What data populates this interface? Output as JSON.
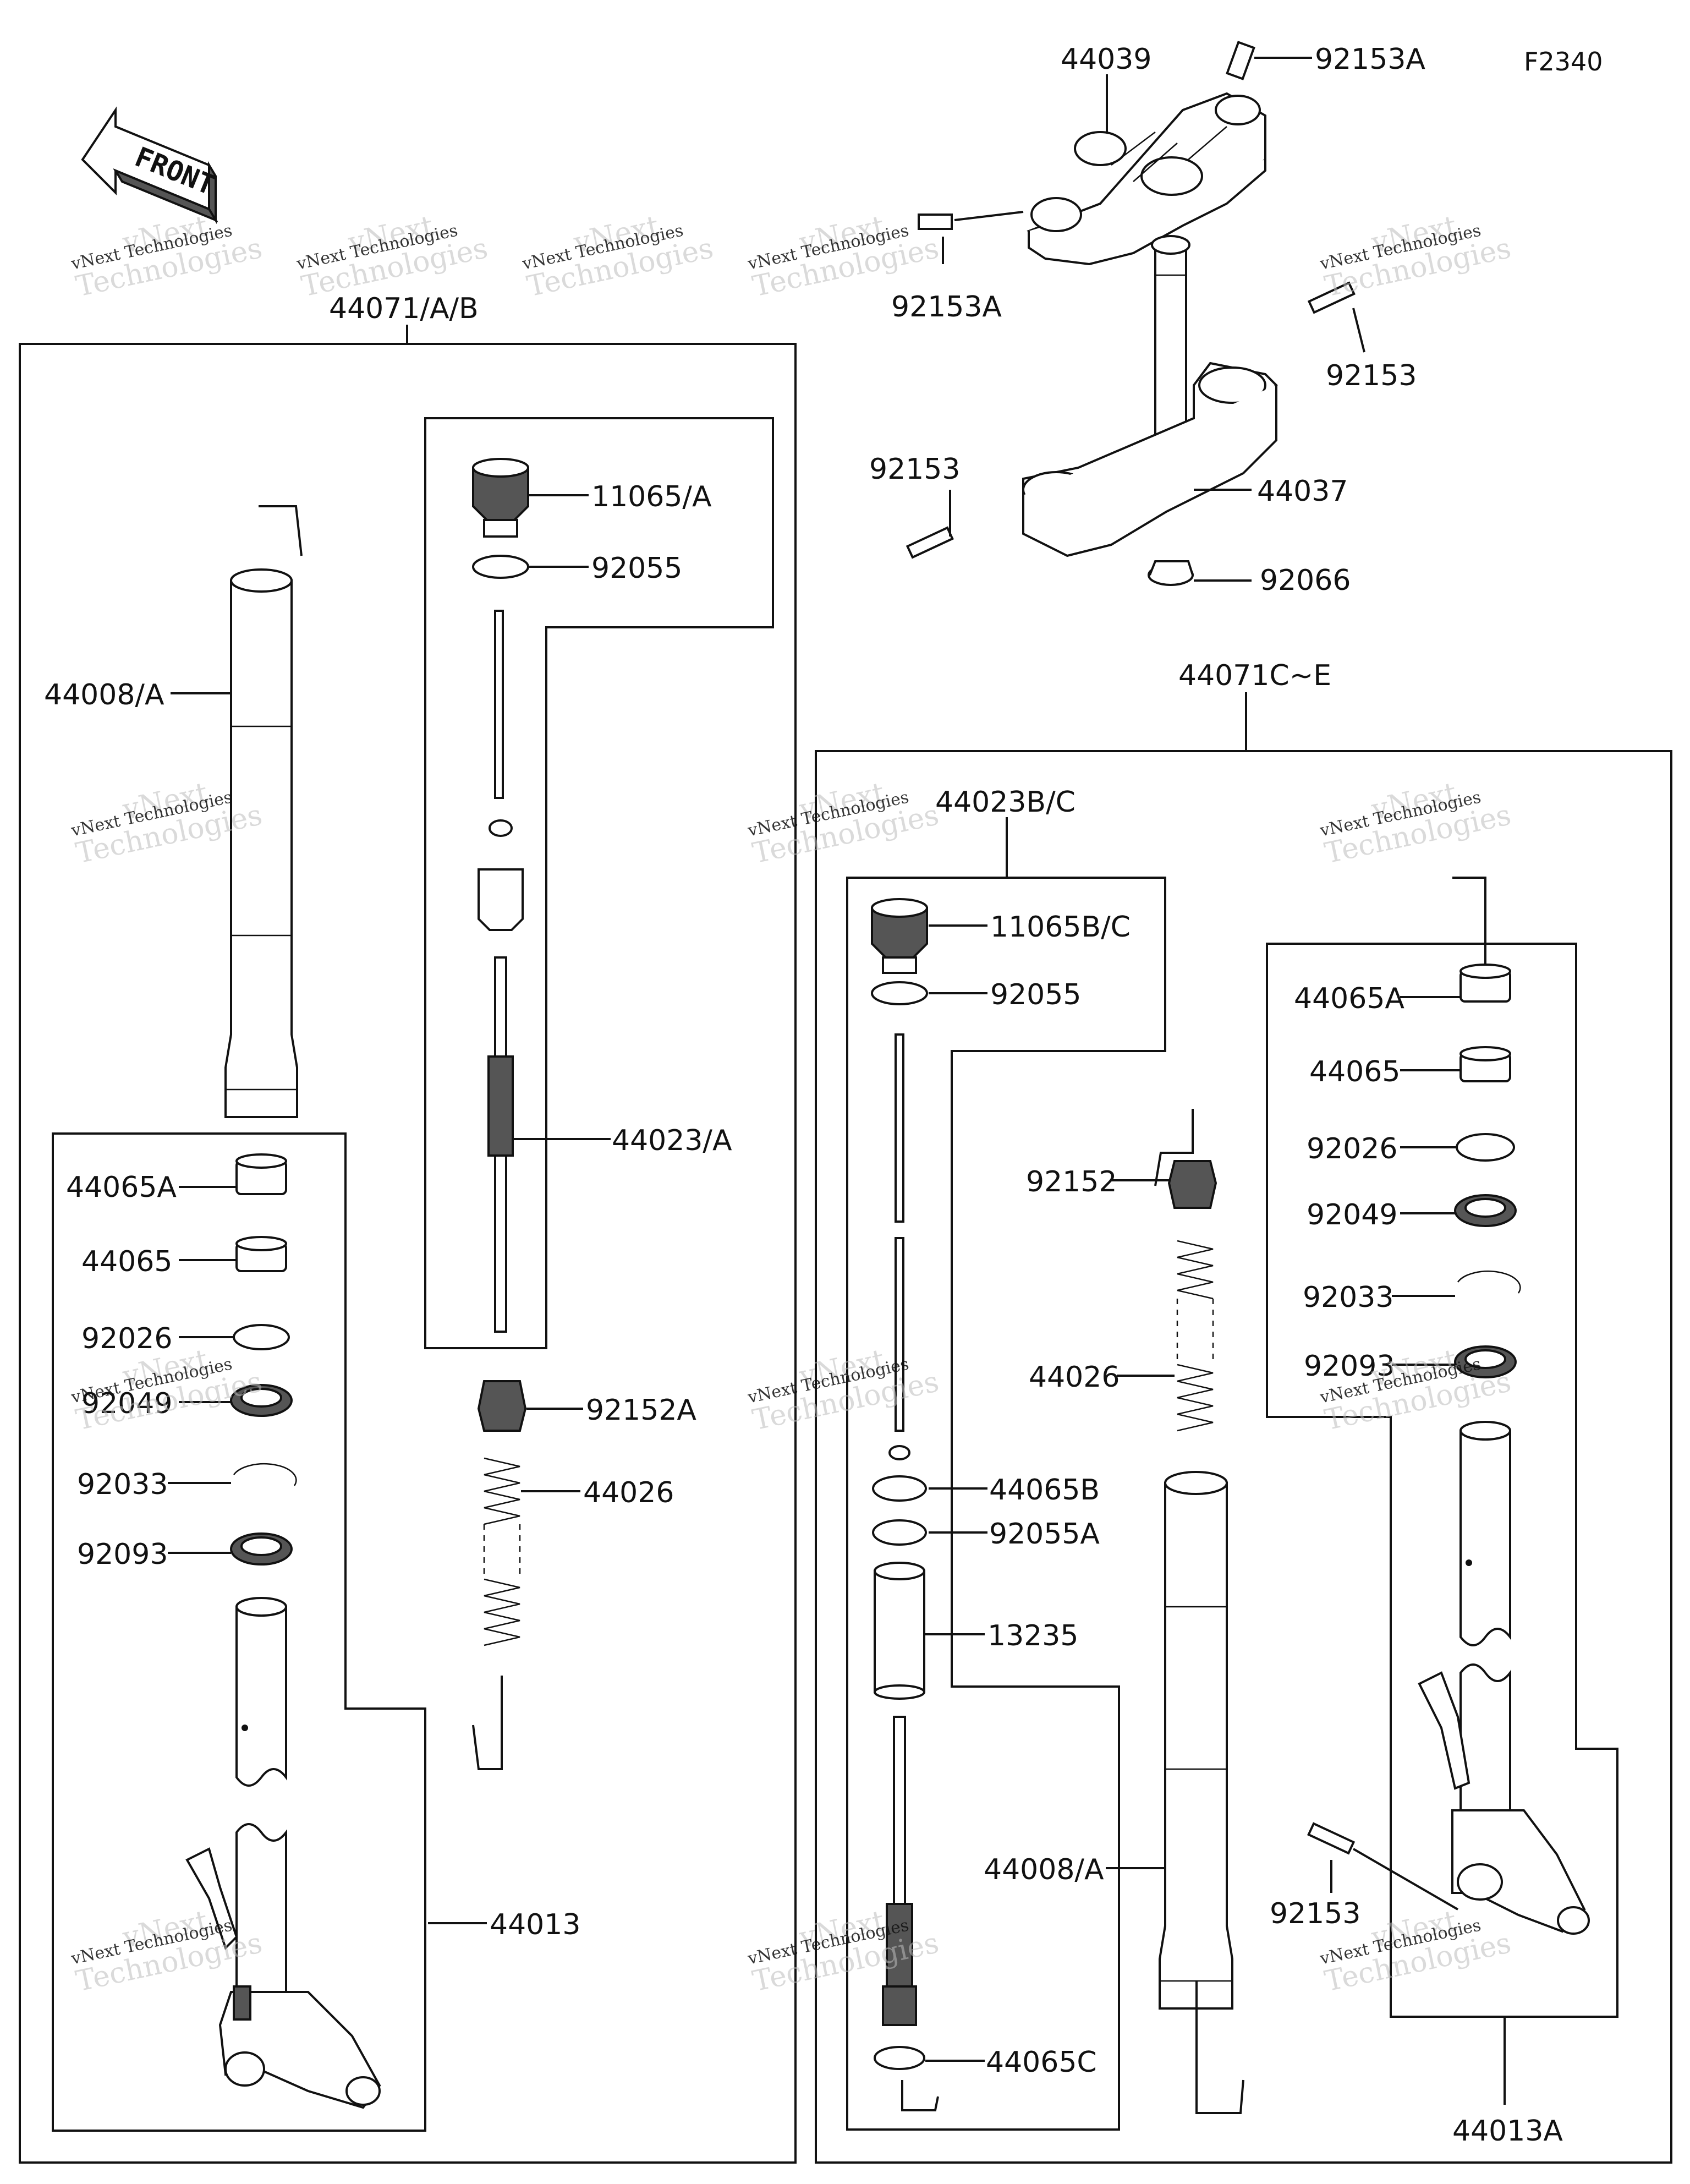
{
  "ref_code": "F2340",
  "front_label": "FRONT",
  "watermark": {
    "line1": "vNext Technologies",
    "line2": "Technologies",
    "line3": "vNext"
  },
  "labels": {
    "top_assembly": [
      "44039",
      "92153A",
      "92153A",
      "92153",
      "92153",
      "44037",
      "92066"
    ],
    "left_group_title": "44071/A/B",
    "left_inner": [
      "11065/A",
      "92055",
      "44023/A",
      "92152A",
      "44026",
      "44008/A",
      "44065A",
      "44065",
      "92026",
      "92049",
      "92033",
      "92093",
      "44013"
    ],
    "right_group_title": "44071C~E",
    "right_inner": [
      "44023B/C",
      "11065B/C",
      "92055",
      "44065B",
      "92055A",
      "13235",
      "44065C",
      "92152",
      "44026",
      "44008/A",
      "44065A",
      "44065",
      "92026",
      "92049",
      "92033",
      "92093",
      "92153",
      "44013A"
    ]
  }
}
